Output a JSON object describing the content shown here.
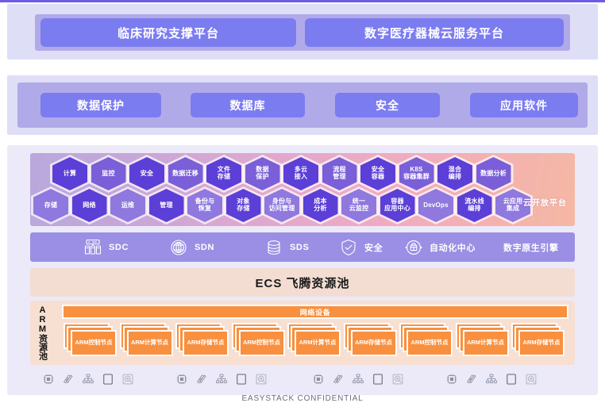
{
  "document": {
    "footer_note": "EASYSTACK CONFIDENTIAL"
  },
  "layer_business": {
    "boxes": [
      {
        "label": "临床研究支撑平台"
      },
      {
        "label": "数字医疗器械云服务平台"
      }
    ]
  },
  "layer_software": {
    "boxes": [
      {
        "label": "数据保护"
      },
      {
        "label": "数据库"
      },
      {
        "label": "安全"
      },
      {
        "label": "应用软件"
      }
    ]
  },
  "cloud_platform": {
    "side_label": "云开放平台",
    "hexagons_row1": [
      {
        "label": "计算",
        "tone": "dark"
      },
      {
        "label": "监控",
        "tone": "mid"
      },
      {
        "label": "安全",
        "tone": "dark"
      },
      {
        "label": "数据迁移",
        "tone": "mid"
      },
      {
        "label": "文件\n存储",
        "tone": "dark"
      },
      {
        "label": "数据\n保护",
        "tone": "mid"
      },
      {
        "label": "多云\n接入",
        "tone": "dark"
      },
      {
        "label": "流程\n管理",
        "tone": "mid"
      },
      {
        "label": "安全\n容器",
        "tone": "dark"
      },
      {
        "label": "K8S\n容器集群",
        "tone": "mid"
      },
      {
        "label": "混合\n编排",
        "tone": "dark"
      },
      {
        "label": "数据分析",
        "tone": "mid"
      }
    ],
    "hexagons_row2": [
      {
        "label": "存储",
        "tone": "light"
      },
      {
        "label": "网络",
        "tone": "dark"
      },
      {
        "label": "运维",
        "tone": "light"
      },
      {
        "label": "管理",
        "tone": "dark"
      },
      {
        "label": "备份与\n恢复",
        "tone": "light"
      },
      {
        "label": "对象\n存储",
        "tone": "dark"
      },
      {
        "label": "身份与\n访问管理",
        "tone": "light"
      },
      {
        "label": "成本\n分析",
        "tone": "dark"
      },
      {
        "label": "统一\n云监控",
        "tone": "light"
      },
      {
        "label": "容器\n应用中心",
        "tone": "dark"
      },
      {
        "label": "DevOps",
        "tone": "light"
      },
      {
        "label": "流水线\n编排",
        "tone": "dark"
      },
      {
        "label": "云应用\n集成",
        "tone": "light"
      }
    ]
  },
  "sdx_bar": {
    "items": [
      {
        "label": "SDC",
        "icon": "server-rack-icon"
      },
      {
        "label": "SDN",
        "icon": "network-globe-icon"
      },
      {
        "label": "SDS",
        "icon": "database-cylinder-icon"
      },
      {
        "label": "安全",
        "icon": "shield-check-icon"
      },
      {
        "label": "自动化中心",
        "icon": "automation-hub-icon"
      },
      {
        "label": "数字原生引擎",
        "icon": "none"
      }
    ]
  },
  "ecs_pool": {
    "label": "ECS  飞腾资源池"
  },
  "arm_pool": {
    "side_label": "ARM资源池",
    "network_bar_label": "网络设备",
    "node_groups": [
      {
        "label": "ARM控制节点"
      },
      {
        "label": "ARM计算节点"
      },
      {
        "label": "ARM存储节点"
      },
      {
        "label": "ARM控制节点"
      },
      {
        "label": "ARM计算节点"
      },
      {
        "label": "ARM存储节点"
      },
      {
        "label": "ARM控制节点"
      },
      {
        "label": "ARM计算节点"
      },
      {
        "label": "ARM存储节点"
      }
    ]
  },
  "hardware_rows": {
    "groups": [
      {
        "icons": [
          "cpu-chip-icon",
          "memory-module-icon",
          "network-switch-icon",
          "mainboard-icon",
          "hard-disk-icon"
        ]
      },
      {
        "icons": [
          "cpu-chip-icon",
          "memory-module-icon",
          "network-switch-icon",
          "mainboard-icon",
          "hard-disk-icon"
        ]
      },
      {
        "icons": [
          "cpu-chip-icon",
          "memory-module-icon",
          "network-switch-icon",
          "mainboard-icon",
          "hard-disk-icon"
        ]
      },
      {
        "icons": [
          "cpu-chip-icon",
          "memory-module-icon",
          "network-switch-icon",
          "mainboard-icon",
          "hard-disk-icon"
        ]
      }
    ]
  },
  "colors": {
    "accent_purple": "#6b5ce7",
    "panel_light": "#dfdef7",
    "panel_mid": "#b1aae8",
    "box_blue": "#7b7cf0",
    "hex_dark": "#5b3fd6",
    "hex_mid": "#7a5fd8",
    "hex_light": "#8f78de",
    "sdx_bar": "#9a8fe4",
    "ecs_bar": "#f3ddd2",
    "arm_panel": "#f7dfd2",
    "arm_card": "#f8903f"
  }
}
